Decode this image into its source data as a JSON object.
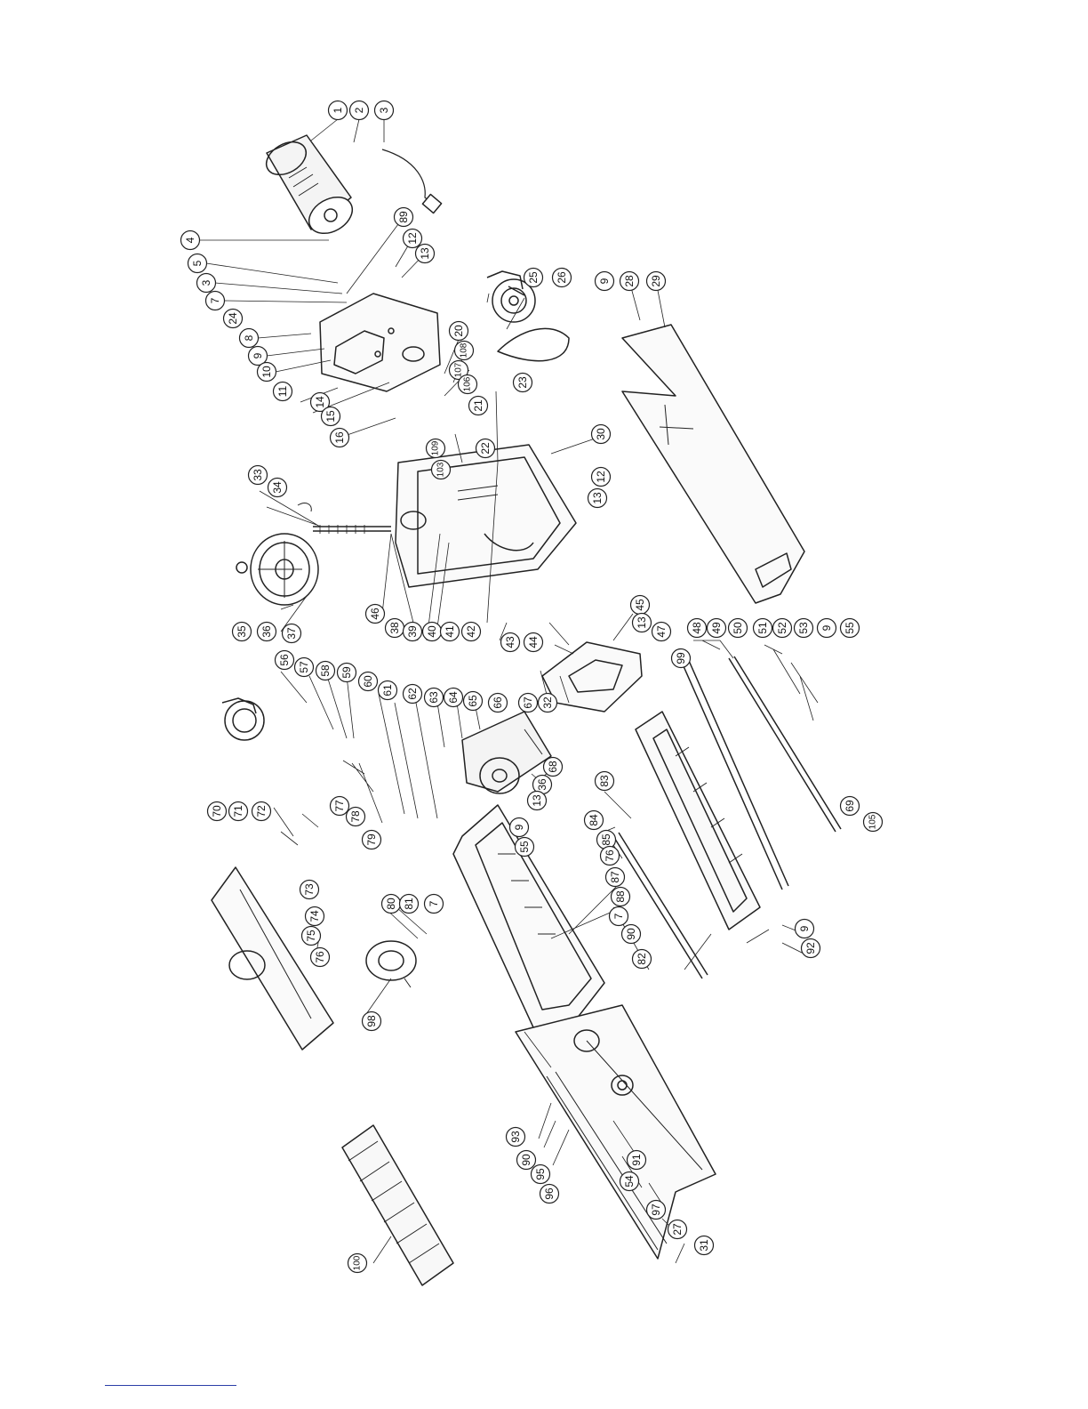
{
  "diagram": {
    "callouts": [
      {
        "id": "c1",
        "label": "1"
      },
      {
        "id": "c2",
        "label": "2"
      },
      {
        "id": "c3",
        "label": "3"
      },
      {
        "id": "c4",
        "label": "4"
      },
      {
        "id": "c5",
        "label": "5"
      },
      {
        "id": "c3b",
        "label": "3"
      },
      {
        "id": "c7",
        "label": "7"
      },
      {
        "id": "c24",
        "label": "24"
      },
      {
        "id": "c8",
        "label": "8"
      },
      {
        "id": "c9",
        "label": "9"
      },
      {
        "id": "c10",
        "label": "10"
      },
      {
        "id": "c11",
        "label": "11"
      },
      {
        "id": "c14",
        "label": "14"
      },
      {
        "id": "c15",
        "label": "15"
      },
      {
        "id": "c16",
        "label": "16"
      },
      {
        "id": "c89",
        "label": "89"
      },
      {
        "id": "c12",
        "label": "12"
      },
      {
        "id": "c13",
        "label": "13"
      },
      {
        "id": "c20",
        "label": "20"
      },
      {
        "id": "c108",
        "label": "108"
      },
      {
        "id": "c107",
        "label": "107"
      },
      {
        "id": "c106",
        "label": "106"
      },
      {
        "id": "c21",
        "label": "21"
      },
      {
        "id": "c109",
        "label": "109"
      },
      {
        "id": "c103",
        "label": "103"
      },
      {
        "id": "c22",
        "label": "22"
      },
      {
        "id": "c23",
        "label": "23"
      },
      {
        "id": "c25",
        "label": "25"
      },
      {
        "id": "c26",
        "label": "26"
      },
      {
        "id": "c9b",
        "label": "9"
      },
      {
        "id": "c28",
        "label": "28"
      },
      {
        "id": "c29",
        "label": "29"
      },
      {
        "id": "c30",
        "label": "30"
      },
      {
        "id": "c12b",
        "label": "12"
      },
      {
        "id": "c13b",
        "label": "13"
      },
      {
        "id": "c33",
        "label": "33"
      },
      {
        "id": "c34",
        "label": "34"
      },
      {
        "id": "c35",
        "label": "35"
      },
      {
        "id": "c36",
        "label": "36"
      },
      {
        "id": "c37",
        "label": "37"
      },
      {
        "id": "c46",
        "label": "46"
      },
      {
        "id": "c38",
        "label": "38"
      },
      {
        "id": "c39",
        "label": "39"
      },
      {
        "id": "c40",
        "label": "40"
      },
      {
        "id": "c41",
        "label": "41"
      },
      {
        "id": "c42",
        "label": "42"
      },
      {
        "id": "c43",
        "label": "43"
      },
      {
        "id": "c44",
        "label": "44"
      },
      {
        "id": "c45",
        "label": "45"
      },
      {
        "id": "c13c",
        "label": "13"
      },
      {
        "id": "c47",
        "label": "47"
      },
      {
        "id": "c99",
        "label": "99"
      },
      {
        "id": "c48",
        "label": "48"
      },
      {
        "id": "c49",
        "label": "49"
      },
      {
        "id": "c50",
        "label": "50"
      },
      {
        "id": "c51",
        "label": "51"
      },
      {
        "id": "c52",
        "label": "52"
      },
      {
        "id": "c53",
        "label": "53"
      },
      {
        "id": "c9c",
        "label": "9"
      },
      {
        "id": "c55",
        "label": "55"
      },
      {
        "id": "c56",
        "label": "56"
      },
      {
        "id": "c57",
        "label": "57"
      },
      {
        "id": "c58",
        "label": "58"
      },
      {
        "id": "c59",
        "label": "59"
      },
      {
        "id": "c60",
        "label": "60"
      },
      {
        "id": "c61",
        "label": "61"
      },
      {
        "id": "c62",
        "label": "62"
      },
      {
        "id": "c63",
        "label": "63"
      },
      {
        "id": "c64",
        "label": "64"
      },
      {
        "id": "c65",
        "label": "65"
      },
      {
        "id": "c66",
        "label": "66"
      },
      {
        "id": "c67",
        "label": "67"
      },
      {
        "id": "c32",
        "label": "32"
      },
      {
        "id": "c68",
        "label": "68"
      },
      {
        "id": "c36b",
        "label": "36"
      },
      {
        "id": "c13d",
        "label": "13"
      },
      {
        "id": "c83",
        "label": "83"
      },
      {
        "id": "c84",
        "label": "84"
      },
      {
        "id": "c85",
        "label": "85"
      },
      {
        "id": "c9d",
        "label": "9"
      },
      {
        "id": "c55b",
        "label": "55"
      },
      {
        "id": "c76",
        "label": "76"
      },
      {
        "id": "c87",
        "label": "87"
      },
      {
        "id": "c88",
        "label": "88"
      },
      {
        "id": "c7b",
        "label": "7"
      },
      {
        "id": "c90",
        "label": "90"
      },
      {
        "id": "c82",
        "label": "82"
      },
      {
        "id": "c69",
        "label": "69"
      },
      {
        "id": "c105",
        "label": "105"
      },
      {
        "id": "c9e",
        "label": "9"
      },
      {
        "id": "c92",
        "label": "92"
      },
      {
        "id": "c70",
        "label": "70"
      },
      {
        "id": "c71",
        "label": "71"
      },
      {
        "id": "c72",
        "label": "72"
      },
      {
        "id": "c77",
        "label": "77"
      },
      {
        "id": "c78",
        "label": "78"
      },
      {
        "id": "c79",
        "label": "79"
      },
      {
        "id": "c80",
        "label": "80"
      },
      {
        "id": "c81",
        "label": "81"
      },
      {
        "id": "c7c",
        "label": "7"
      },
      {
        "id": "c73",
        "label": "73"
      },
      {
        "id": "c74",
        "label": "74"
      },
      {
        "id": "c75",
        "label": "75"
      },
      {
        "id": "c76b",
        "label": "76"
      },
      {
        "id": "c98",
        "label": "98"
      },
      {
        "id": "c93",
        "label": "93"
      },
      {
        "id": "c90b",
        "label": "90"
      },
      {
        "id": "c95",
        "label": "95"
      },
      {
        "id": "c96",
        "label": "96"
      },
      {
        "id": "c91",
        "label": "91"
      },
      {
        "id": "c54",
        "label": "54"
      },
      {
        "id": "c97",
        "label": "97"
      },
      {
        "id": "c27",
        "label": "27"
      },
      {
        "id": "c31",
        "label": "31"
      },
      {
        "id": "c100",
        "label": "100"
      }
    ]
  }
}
